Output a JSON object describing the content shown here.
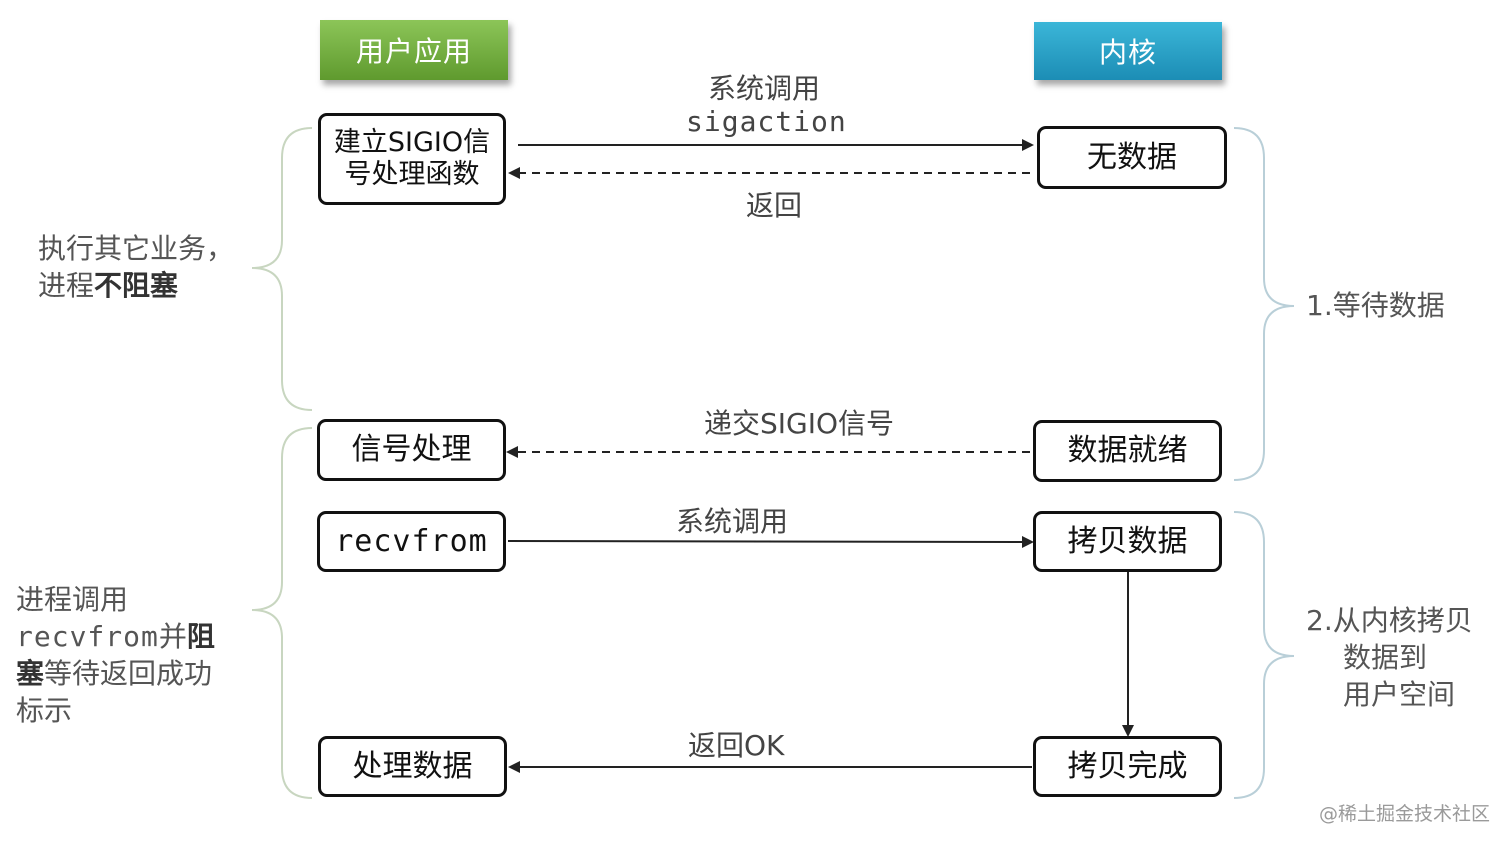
{
  "headers": {
    "user_app": "用户应用",
    "kernel": "内核"
  },
  "boxes": {
    "setup_sigio": "建立SIGIO信号处理函数",
    "no_data": "无数据",
    "signal_handle": "信号处理",
    "data_ready": "数据就绪",
    "recvfrom": "recvfrom",
    "copy_data": "拷贝数据",
    "process_data": "处理数据",
    "copy_done": "拷贝完成"
  },
  "arrows": {
    "syscall_1": "系统调用",
    "sigaction": "sigaction",
    "return_1": "返回",
    "deliver_sigio": "递交SIGIO信号",
    "syscall_2": "系统调用",
    "return_ok": "返回OK"
  },
  "left_notes": {
    "note1_line1": "执行其它业务，",
    "note1_line2_normal": "进程",
    "note1_line2_bold": "不阻塞",
    "note2_line1": "进程调用",
    "note2_line2_mono": "recvfrom",
    "note2_line2_normal": "并",
    "note2_line2_bold": "阻",
    "note2_line3_bold": "塞",
    "note2_line3_normal": "等待返回成功",
    "note2_line4": "标示"
  },
  "right_notes": {
    "phase1": "1.等待数据",
    "phase2_line1": "2.从内核拷贝",
    "phase2_line2": "数据到",
    "phase2_line3": "用户空间"
  },
  "watermark": "@稀土掘金技术社区",
  "colors": {
    "user_header": "#6fae3e",
    "kernel_header": "#2aa3cc",
    "brace": "#b9cfd8",
    "arrow": "#222222"
  }
}
